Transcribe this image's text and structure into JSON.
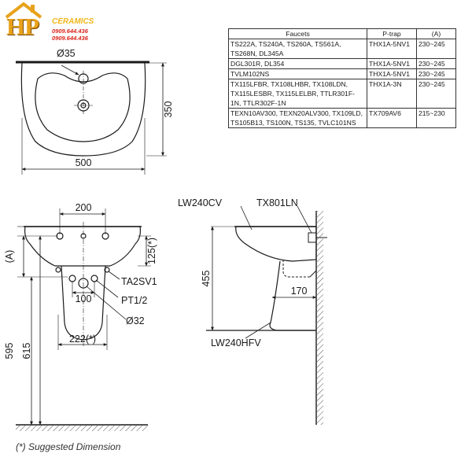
{
  "logo": {
    "mark": "HP",
    "brand": "CERAMICS",
    "phone1": "0909.644.436",
    "phone2": "0909.644.436"
  },
  "spec_table": {
    "headers": [
      "Faucets",
      "P-trap",
      "(A)"
    ],
    "rows": [
      {
        "faucets": "TS222A, TS240A, TS260A, TS561A, TS268N, DL345A",
        "ptrap": "THX1A-5NV1",
        "a": "230~245"
      },
      {
        "faucets": "DGL301R, DL354",
        "ptrap": "THX1A-5NV1",
        "a": "230~245"
      },
      {
        "faucets": "TVLM102NS",
        "ptrap": "THX1A-5NV1",
        "a": "230~245"
      },
      {
        "faucets": "TX115LFBR, TX108LHBR, TX108LDN, TX115LESBR, TX115LELBR, TTLR301F-1N, TTLR302F-1N",
        "ptrap": "THX1A-3N",
        "a": "230~245"
      },
      {
        "faucets": "TEXN10AV300, TEXN20ALV300, TX109LD, TS105B13, TS100N, TS135, TVLC101NS",
        "ptrap": "TX709AV6",
        "a": "215~230"
      }
    ]
  },
  "top_view": {
    "hole_dim": "Ø35",
    "depth_dim": "350",
    "width_dim": "500"
  },
  "front_view": {
    "hole_spacing": "200",
    "faucet_height": "125(*)",
    "a_label": "(A)",
    "overall_height": "595",
    "pedestal_height": "615",
    "bolt_spacing": "100",
    "pedestal_width": "222(*)",
    "labels": {
      "hanger": "TA2SV1",
      "thread": "PT1/2",
      "drain": "Ø32"
    }
  },
  "side_view": {
    "basin_model": "LW240CV",
    "trap_model": "TX801LN",
    "pedestal_model": "LW240HFV",
    "height_dim": "455",
    "projection_dim": "170"
  },
  "footer": {
    "note": "(*) Suggested Dimension"
  },
  "colors": {
    "line": "#1a1a1a",
    "hatch": "#555555",
    "logo_gold": "#e8a21a",
    "logo_red": "#d9221a"
  }
}
